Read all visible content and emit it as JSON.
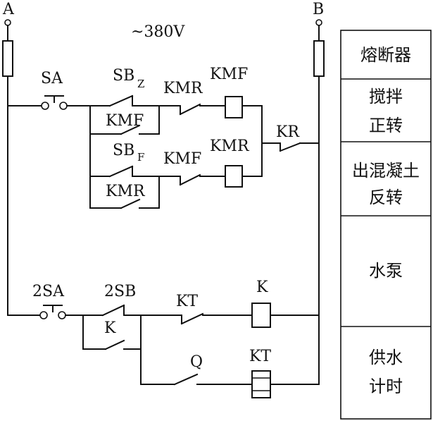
{
  "supply": {
    "phase_a": "A",
    "phase_b": "B",
    "voltage": "~380V"
  },
  "labels": {
    "sa": "SA",
    "sbz_main": "SB",
    "sbz_sub": "Z",
    "kmr_interlock_top": "KMR",
    "kmf_coil": "KMF",
    "kmf_hold": "KMF",
    "sbf_main": "SB",
    "sbf_sub": "F",
    "kmf_interlock_bottom": "KMF",
    "kmr_coil": "KMR",
    "kmr_hold": "KMR",
    "kr": "KR",
    "sa2": "2SA",
    "sb2": "2SB",
    "kt_contact": "KT",
    "k_coil": "K",
    "k_hold": "K",
    "q": "Q",
    "kt_coil": "KT"
  },
  "legend": [
    {
      "lines": [
        "熔断器"
      ]
    },
    {
      "lines": [
        "搅拌",
        "正转"
      ]
    },
    {
      "lines": [
        "出混凝土",
        "反转"
      ]
    },
    {
      "lines": [
        "水泵"
      ]
    },
    {
      "lines": [
        "供水",
        "计时"
      ]
    }
  ]
}
